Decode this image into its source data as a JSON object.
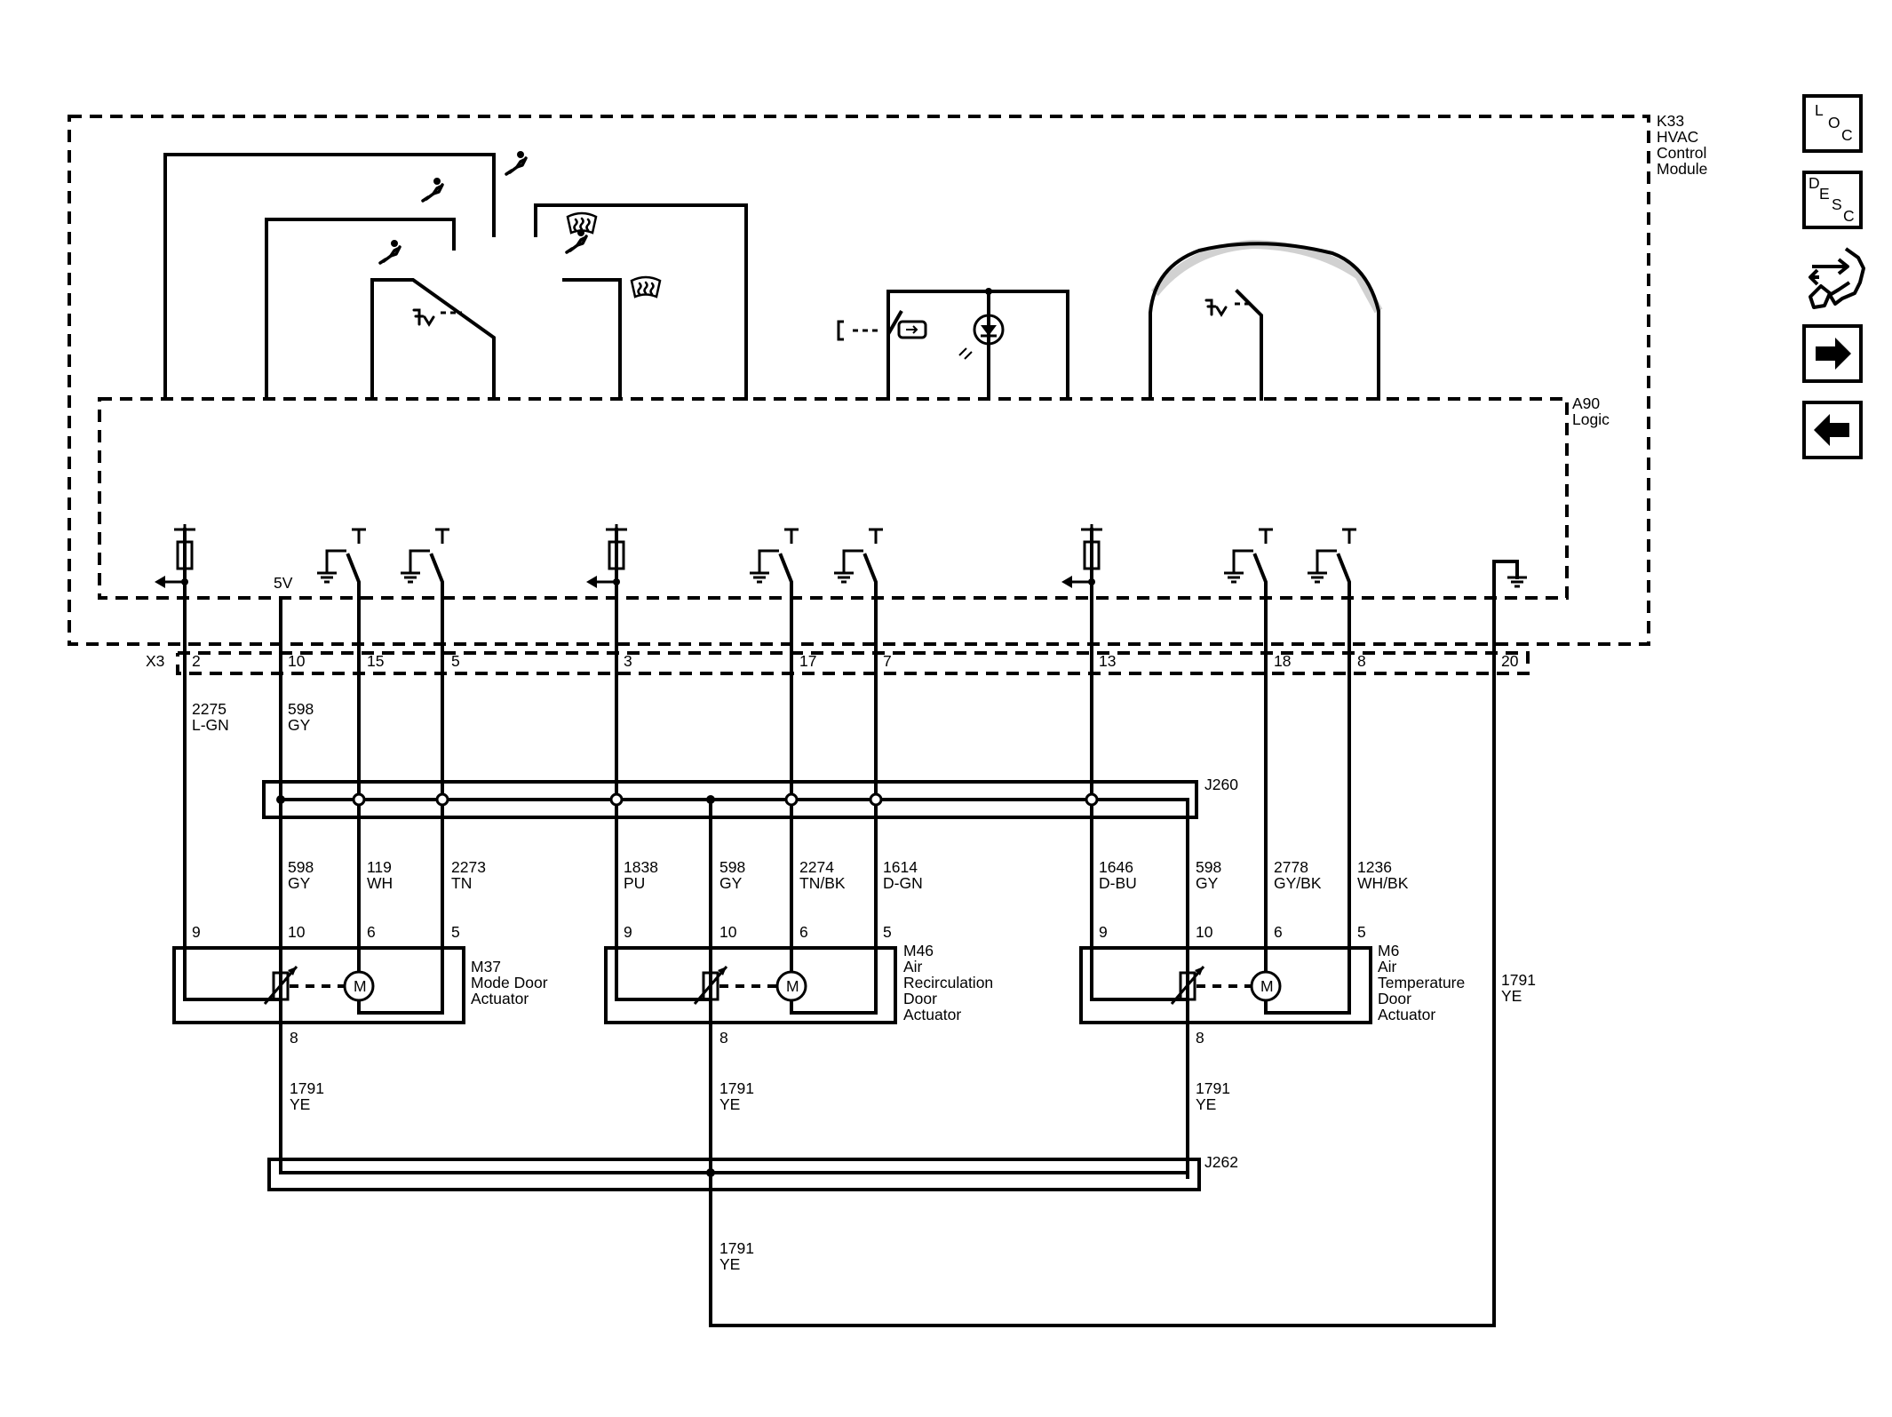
{
  "module": {
    "id": "K33",
    "line1": "HVAC",
    "line2": "Control",
    "line3": "Module"
  },
  "logic": {
    "id": "A90",
    "name": "Logic"
  },
  "connector": "X3",
  "supply_label": "5V",
  "pins": {
    "p2": "2",
    "p10": "10",
    "p15": "15",
    "p5": "5",
    "p3": "3",
    "p17": "17",
    "p7": "7",
    "p13": "13",
    "p18": "18",
    "p8": "8",
    "p20": "20"
  },
  "wires_top": {
    "w2275": {
      "num": "2275",
      "color": "L-GN"
    },
    "w598": {
      "num": "598",
      "color": "GY"
    }
  },
  "splice_j260": "J260",
  "splice_j262": "J262",
  "wires_mid": {
    "m37_598": {
      "num": "598",
      "color": "GY"
    },
    "m37_119": {
      "num": "119",
      "color": "WH"
    },
    "m37_2273": {
      "num": "2273",
      "color": "TN"
    },
    "m46_1838": {
      "num": "1838",
      "color": "PU"
    },
    "m46_598": {
      "num": "598",
      "color": "GY"
    },
    "m46_2274": {
      "num": "2274",
      "color": "TN/BK"
    },
    "m46_1614": {
      "num": "1614",
      "color": "D-GN"
    },
    "m6_1646": {
      "num": "1646",
      "color": "D-BU"
    },
    "m6_598": {
      "num": "598",
      "color": "GY"
    },
    "m6_2778": {
      "num": "2778",
      "color": "GY/BK"
    },
    "m6_1236": {
      "num": "1236",
      "color": "WH/BK"
    }
  },
  "actuator_pins": {
    "a9": "9",
    "a10": "10",
    "a6": "6",
    "a5": "5",
    "a8": "8"
  },
  "actuators": {
    "m37": {
      "id": "M37",
      "l1": "Mode Door",
      "l2": "Actuator"
    },
    "m46": {
      "id": "M46",
      "l1": "Air",
      "l2": "Recirculation",
      "l3": "Door",
      "l4": "Actuator"
    },
    "m6": {
      "id": "M6",
      "l1": "Air",
      "l2": "Temperature",
      "l3": "Door",
      "l4": "Actuator"
    }
  },
  "motor_symbol": "M",
  "wires_bottom": {
    "y1": {
      "num": "1791",
      "color": "YE"
    },
    "y2": {
      "num": "1791",
      "color": "YE"
    },
    "y3": {
      "num": "1791",
      "color": "YE"
    },
    "y4": {
      "num": "1791",
      "color": "YE"
    },
    "y5": {
      "num": "1791",
      "color": "YE"
    }
  },
  "nav": {
    "loc": {
      "a": "L",
      "b": "O",
      "c": "C"
    },
    "desc": {
      "a": "D",
      "b": "E",
      "c": "S",
      "d": "C"
    },
    "icons": [
      "component-views-icon",
      "forward-arrow-icon",
      "back-arrow-icon"
    ]
  }
}
